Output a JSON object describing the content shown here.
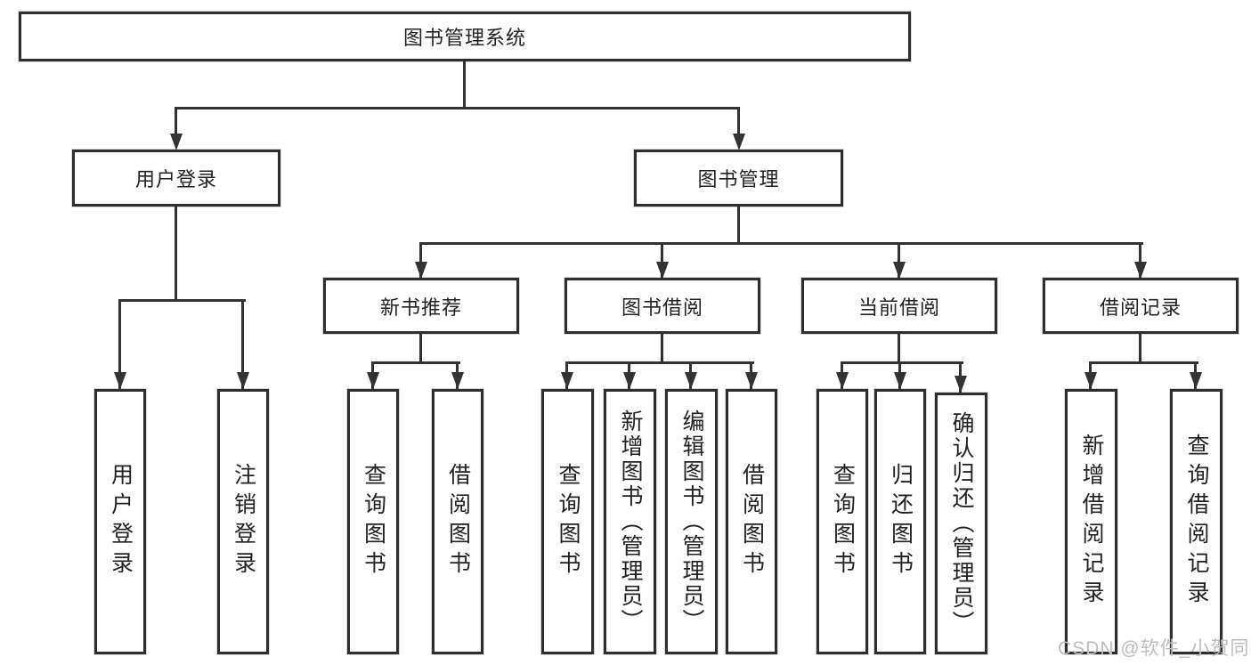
{
  "nodes": {
    "root": "图书管理系统",
    "branches": [
      "用户登录",
      "图书管理"
    ],
    "modules": [
      "新书推荐",
      "图书借阅",
      "当前借阅",
      "借阅记录"
    ],
    "user_leaves": [
      "用户登录",
      "注销登录"
    ],
    "recommend_leaves": [
      "查询图书",
      "借阅图书"
    ],
    "borrow_leaves": [
      "查询图书",
      "新增图书（管理员）",
      "编辑图书（管理员）",
      "借阅图书"
    ],
    "current_leaves": [
      "查询图书",
      "归还图书",
      "确认归还（管理员）"
    ],
    "record_leaves": [
      "新增借阅记录",
      "查询借阅记录"
    ]
  },
  "watermark": "CSDN @软件_小贺同学",
  "colors": {
    "line": "#333333",
    "box_border": "#2e2e2e",
    "box_background": "#ffffff",
    "text": "#222222",
    "watermark": "#bdbdbd",
    "page_background": "#ffffff"
  }
}
